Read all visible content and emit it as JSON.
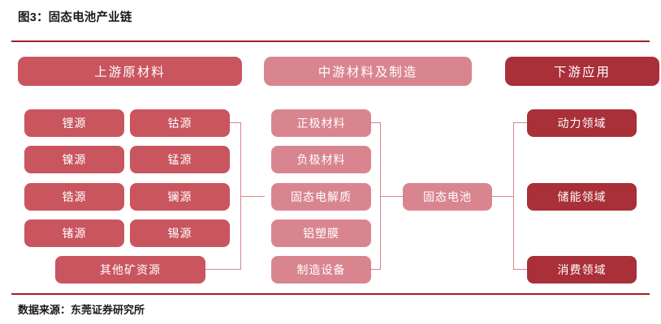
{
  "figure": {
    "title": "图3：固态电池产业链",
    "source": "数据来源：东莞证券研究所"
  },
  "colors": {
    "upstream": "#c9555f",
    "midstream": "#d98590",
    "downstream": "#a92f38",
    "rule": "#a41f23",
    "connector": "#d98590",
    "text_on_box": "#ffffff",
    "page_background": "#ffffff"
  },
  "chart_data": {
    "type": "diagram",
    "title": "图3：固态电池产业链",
    "subtype": "industry-chain-flow",
    "columns": [
      {
        "id": "upstream",
        "header": "上游原材料",
        "color": "#c9555f",
        "nodes": [
          "锂源",
          "钴源",
          "镍源",
          "锰源",
          "锆源",
          "镧源",
          "锗源",
          "锡源",
          "其他矿资源"
        ]
      },
      {
        "id": "midstream",
        "header": "中游材料及制造",
        "color": "#d98590",
        "nodes": [
          "正极材料",
          "负极材料",
          "固态电解质",
          "铝塑膜",
          "制造设备"
        ]
      },
      {
        "id": "product",
        "header": "",
        "color": "#d98590",
        "nodes": [
          "固态电池"
        ]
      },
      {
        "id": "downstream",
        "header": "下游应用",
        "color": "#a92f38",
        "nodes": [
          "动力领域",
          "储能领域",
          "消费领域"
        ]
      }
    ],
    "links": [
      {
        "from": "upstream",
        "to": "midstream"
      },
      {
        "from": "midstream",
        "to": "product"
      },
      {
        "from": "product",
        "to": "downstream"
      }
    ]
  },
  "headers": {
    "upstream": "上游原材料",
    "midstream": "中游材料及制造",
    "downstream": "下游应用"
  },
  "upstream": {
    "items": [
      {
        "label": "锂源"
      },
      {
        "label": "钴源"
      },
      {
        "label": "镍源"
      },
      {
        "label": "锰源"
      },
      {
        "label": "锆源"
      },
      {
        "label": "镧源"
      },
      {
        "label": "锗源"
      },
      {
        "label": "锡源"
      }
    ],
    "wide": {
      "label": "其他矿资源"
    }
  },
  "midstream": {
    "items": [
      {
        "label": "正极材料"
      },
      {
        "label": "负极材料"
      },
      {
        "label": "固态电解质"
      },
      {
        "label": "铝塑膜"
      },
      {
        "label": "制造设备"
      }
    ]
  },
  "product": {
    "label": "固态电池"
  },
  "downstream": {
    "items": [
      {
        "label": "动力领域"
      },
      {
        "label": "储能领域"
      },
      {
        "label": "消费领域"
      }
    ]
  }
}
